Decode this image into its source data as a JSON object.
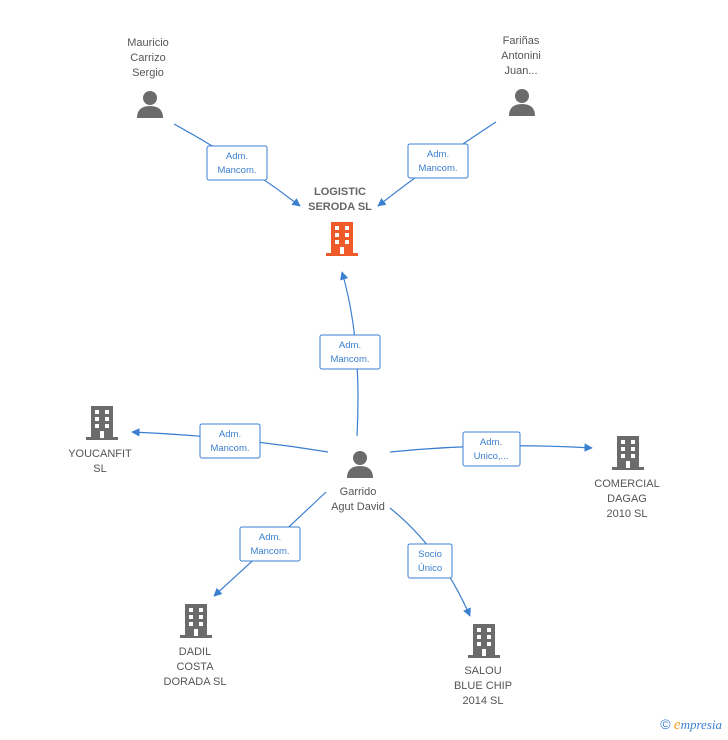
{
  "nodes": {
    "mauricio": {
      "lines": [
        "Mauricio",
        "Carrizo",
        "Sergio"
      ]
    },
    "farinas": {
      "lines": [
        "Fariñas",
        "Antonini",
        "Juan..."
      ]
    },
    "logistic": {
      "lines": [
        "LOGISTIC",
        "SERODA  SL"
      ]
    },
    "garrido": {
      "lines": [
        "Garrido",
        "Agut David"
      ]
    },
    "youcanfit": {
      "lines": [
        "YOUCANFIT",
        "SL"
      ]
    },
    "comercial": {
      "lines": [
        "COMERCIAL",
        "DAGAG",
        "2010 SL"
      ]
    },
    "dadil": {
      "lines": [
        "DADIL",
        "COSTA",
        "DORADA  SL"
      ]
    },
    "salou": {
      "lines": [
        "SALOU",
        "BLUE CHIP",
        "2014  SL"
      ]
    }
  },
  "edges": {
    "mauricio_logistic": {
      "lines": [
        "Adm.",
        "Mancom."
      ]
    },
    "farinas_logistic": {
      "lines": [
        "Adm.",
        "Mancom."
      ]
    },
    "garrido_logistic": {
      "lines": [
        "Adm.",
        "Mancom."
      ]
    },
    "garrido_youcanfit": {
      "lines": [
        "Adm.",
        "Mancom."
      ]
    },
    "garrido_comercial": {
      "lines": [
        "Adm.",
        "Unico,..."
      ]
    },
    "garrido_dadil": {
      "lines": [
        "Adm.",
        "Mancom."
      ]
    },
    "garrido_salou": {
      "lines": [
        "Socio",
        "Único"
      ]
    }
  },
  "footer": {
    "copyright": "©",
    "brand_first": "e",
    "brand_rest": "mpresia"
  },
  "colors": {
    "edge": "#3b7fd0",
    "person": "#6b6b6b",
    "company": "#6b6b6b",
    "main_company": "#f05a28"
  }
}
